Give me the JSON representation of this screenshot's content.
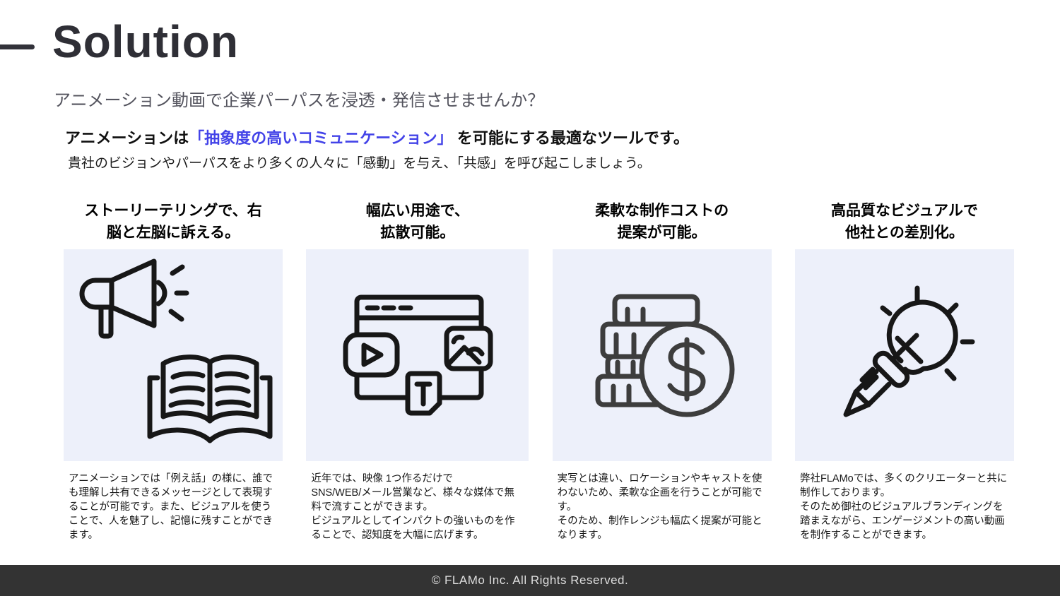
{
  "header": {
    "title": "Solution",
    "subtitle": "アニメーション動画で企業パーパスを浸透・発信させませんか？"
  },
  "intro": {
    "line1_before": "アニメーションは",
    "line1_highlight": "「抽象度の高いコミュニケーション」",
    "line1_after": " を可能にする最適なツールです。",
    "line2": "貴社のビジョンやパーパスをより多くの人々に「感動」を与え、「共感」を呼び起こしましょう。"
  },
  "columns": [
    {
      "heading": "ストーリーテリングで、右\n脳と左脳に訴える。",
      "icon": "megaphone-and-open-book",
      "description": "アニメーションでは「例え話」の様に、誰でも理解し共有できるメッセージとして表現することが可能です。また、ビジュアルを使うことで、人を魅了し、記憶に残すことができます。"
    },
    {
      "heading": "幅広い用途で、\n拡散可能。",
      "icon": "browser-with-media",
      "description": "近年では、映像 1つ作るだけで\nSNS/WEB/メール営業など、様々な媒体で無料で流すことができます。\nビジュアルとしてインパクトの強いものを作ることで、認知度を大幅に広げます。"
    },
    {
      "heading": "柔軟な制作コストの\n提案が可能。",
      "icon": "coins-and-dollar",
      "description": "実写とは違い、ロケーションやキャストを使わないため、柔軟な企画を行うことが可能です。\nそのため、制作レンジも幅広く提案が可能となります。"
    },
    {
      "heading": "高品質なビジュアルで\n他社との差別化。",
      "icon": "pencil-lightbulb",
      "description": "弊社FLAMoでは、多くのクリエーターと共に制作しております。\nそのため御社のビジュアルブランディングを踏まえながら、エンゲージメントの高い動画を制作することができます。"
    }
  ],
  "footer": {
    "copyright": "© FLAMo Inc. All Rights Reserved."
  },
  "colors": {
    "highlight_blue": "#4343e8",
    "card_background": "#edf0fa",
    "footer_background": "#333333",
    "title_color": "#2f2f36"
  }
}
